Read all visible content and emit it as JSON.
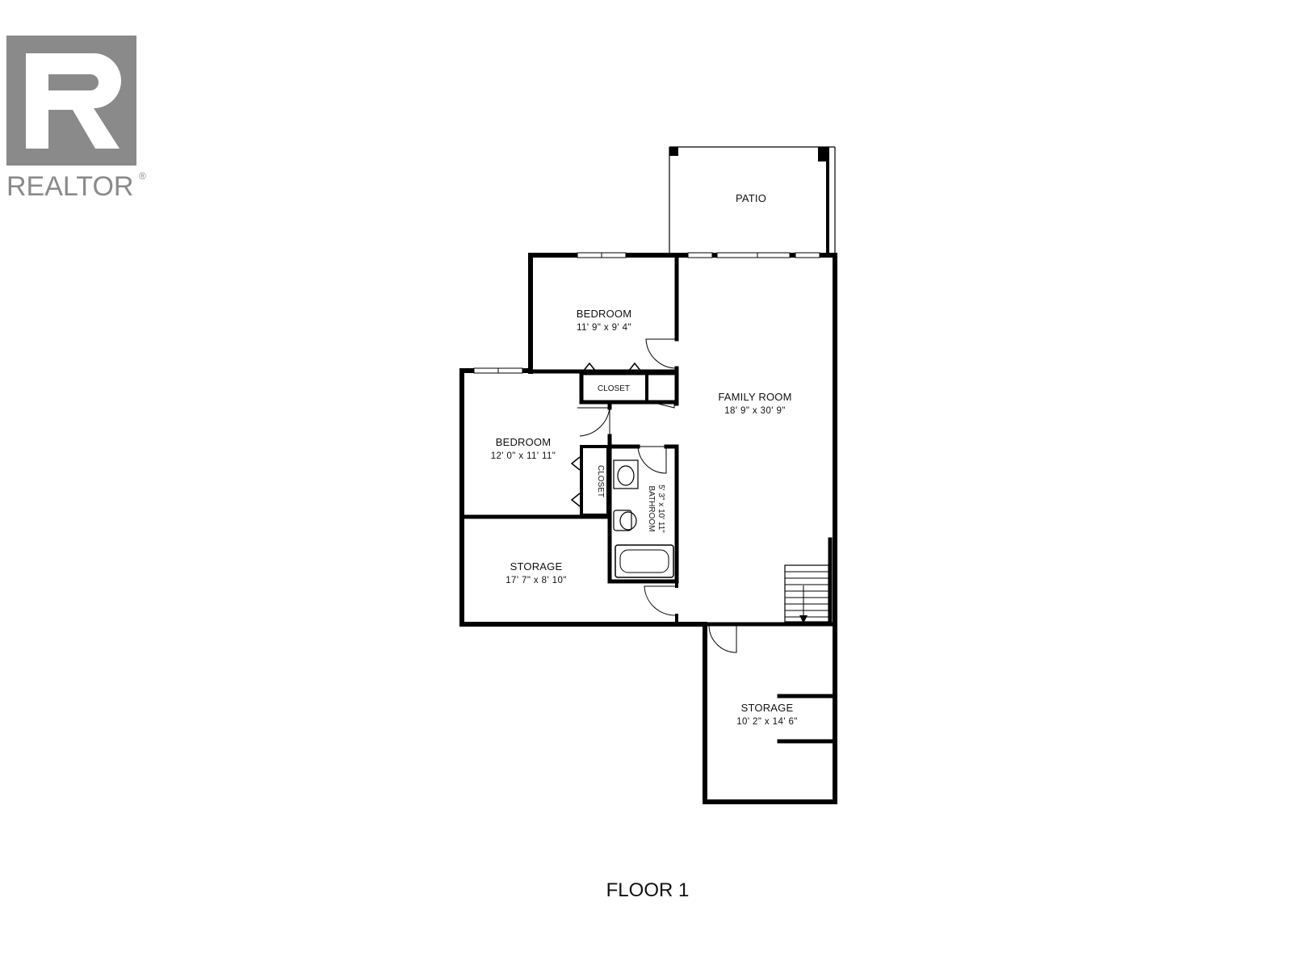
{
  "logo": {
    "wordmark": "REALTOR",
    "registered": "®",
    "color": "#8a8a8a"
  },
  "floor_label": "FLOOR 1",
  "rooms": {
    "patio": {
      "name": "PATIO"
    },
    "bedroom_top": {
      "name": "BEDROOM",
      "dims": "11' 9\" x 9' 4\""
    },
    "closet_top": {
      "name": "CLOSET"
    },
    "family_room": {
      "name": "FAMILY ROOM",
      "dims": "18' 9\" x 30' 9\""
    },
    "bedroom_left": {
      "name": "BEDROOM",
      "dims": "12' 0\" x 11' 11\""
    },
    "closet_left": {
      "name": "CLOSET"
    },
    "bathroom": {
      "name": "BATHROOM",
      "dims": "5' 3\" x 10' 11\""
    },
    "storage_left": {
      "name": "STORAGE",
      "dims": "17' 7\" x 8' 10\""
    },
    "storage_bottom": {
      "name": "STORAGE",
      "dims": "10' 2\" x 14' 6\""
    }
  }
}
